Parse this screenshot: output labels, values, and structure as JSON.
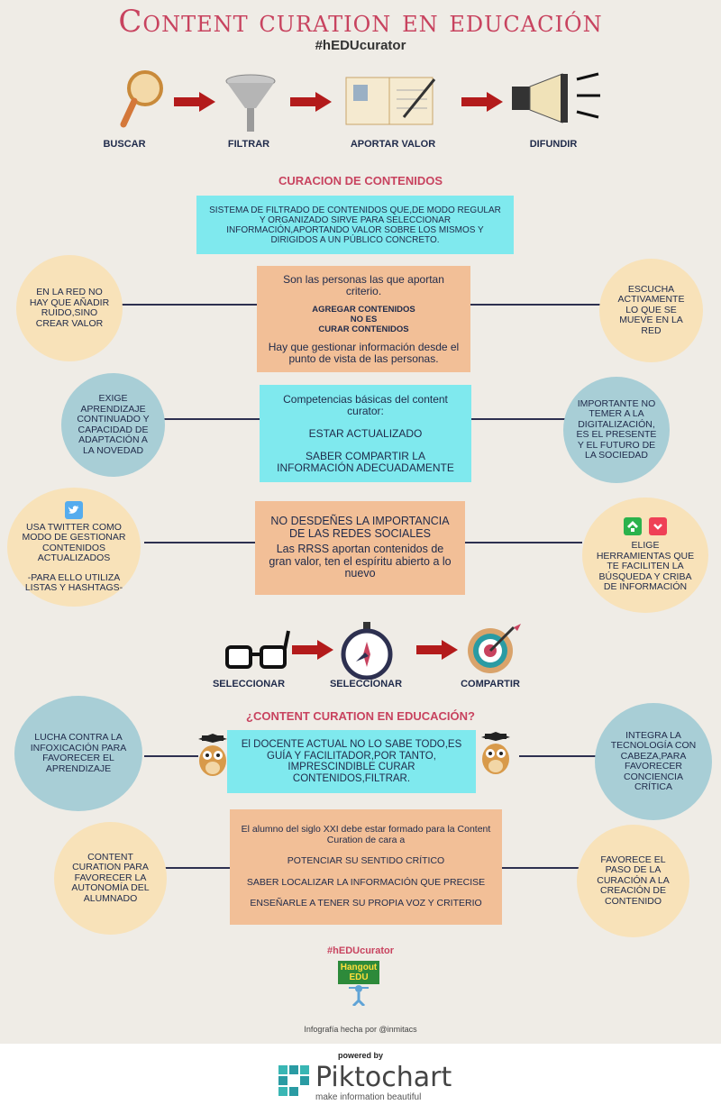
{
  "title": "Content curation en educación",
  "hashtag": "#hEDUcurator",
  "steps": [
    "BUSCAR",
    "FILTRAR",
    "APORTAR VALOR",
    "DIFUNDIR"
  ],
  "section1_title": "CURACION DE CONTENIDOS",
  "definition": "SISTEMA DE FILTRADO DE CONTENIDOS QUE,DE MODO REGULAR Y ORGANIZADO SIRVE PARA SELECCIONAR INFORMACIÓN,APORTANDO VALOR SOBRE LOS MISMOS Y DIRIGIDOS A UN PÚBLICO CONCRETO.",
  "box_personas": {
    "line1": "Son las personas las que aportan criterio.",
    "bold": "AGREGAR CONTENIDOS\nNO ES\nCURAR CONTENIDOS",
    "line2": "Hay que gestionar información desde el punto de vista de las personas."
  },
  "circle_red": "EN LA RED NO HAY QUE AÑADIR RUIDO,SINO CREAR VALOR",
  "circle_escucha": "ESCUCHA ACTIVAMENTE LO QUE SE MUEVE EN LA RED",
  "box_competencias": {
    "heading": "Competencias básicas del content curator:",
    "item1": "ESTAR ACTUALIZADO",
    "item2": "SABER COMPARTIR LA INFORMACIÓN ADECUADAMENTE"
  },
  "circle_aprendizaje": "EXIGE APRENDIZAJE CONTINUADO Y CAPACIDAD DE ADAPTACIÓN A LA NOVEDAD",
  "circle_temer": "IMPORTANTE NO TEMER A LA DIGITALIZACIÓN, ES EL PRESENTE Y EL FUTURO DE LA SOCIEDAD",
  "box_redes": {
    "heading": "NO DESDEÑES LA IMPORTANCIA DE LAS REDES SOCIALES",
    "body": "Las RRSS aportan contenidos de gran valor, ten el espíritu abierto a lo nuevo"
  },
  "circle_twitter": "USA TWITTER COMO MODO DE GESTIONAR CONTENIDOS ACTUALIZADOS",
  "circle_twitter2": "-PARA ELLO UTILIZA LISTAS Y HASHTAGS-",
  "circle_herramientas": "ELIGE HERRAMIENTAS QUE TE FACILITEN LA BÚSQUEDA Y CRIBA DE INFORMACIÓN",
  "steps2": [
    "SELECCIONAR",
    "SELECCIONAR",
    "COMPARTIR"
  ],
  "section2_title": "¿CONTENT CURATION EN EDUCACIÓN?",
  "box_docente": "El  DOCENTE ACTUAL NO LO SABE TODO,ES GUÍA Y FACILITADOR,POR TANTO, IMPRESCINDIBLE CURAR CONTENIDOS,FILTRAR.",
  "circle_infox": "LUCHA CONTRA LA INFOXICACIÓN PARA FAVORECER EL APRENDIZAJE",
  "circle_tecno": "INTEGRA LA TECNOLOGÍA CON CABEZA,PARA FAVORECER CONCIENCIA CRÍTICA",
  "box_alumno": {
    "heading": "El alumno del siglo XXI  debe estar formado para la Content Curation de cara a",
    "item1": "POTENCIAR SU SENTIDO CRÍTICO",
    "item2": "SABER LOCALIZAR LA INFORMACIÓN QUE PRECISE",
    "item3": "ENSEÑARLE A TENER SU PROPIA VOZ Y CRITERIO"
  },
  "circle_autonomia": "CONTENT CURATION PARA FAVORECER LA AUTONOMÍA DEL ALUMNADO",
  "circle_paso": "FAVORECE EL PASO DE LA CURACIÓN A LA CREACIÓN DE CONTENIDO",
  "hashtag2": "#hEDUcurator",
  "logo_text": "Hangout\nEDU",
  "credit": "Infografía hecha por @inmitacs",
  "footer": {
    "powered": "powered by",
    "brand": "Piktochart",
    "slogan": "make information beautiful"
  },
  "colors": {
    "accent": "#c8435f",
    "cyan": "#7fe9ee",
    "peach": "#f2bf97",
    "tan": "#f8e2b9",
    "teal": "#a8ced6",
    "arrow": "#b31b1b"
  }
}
